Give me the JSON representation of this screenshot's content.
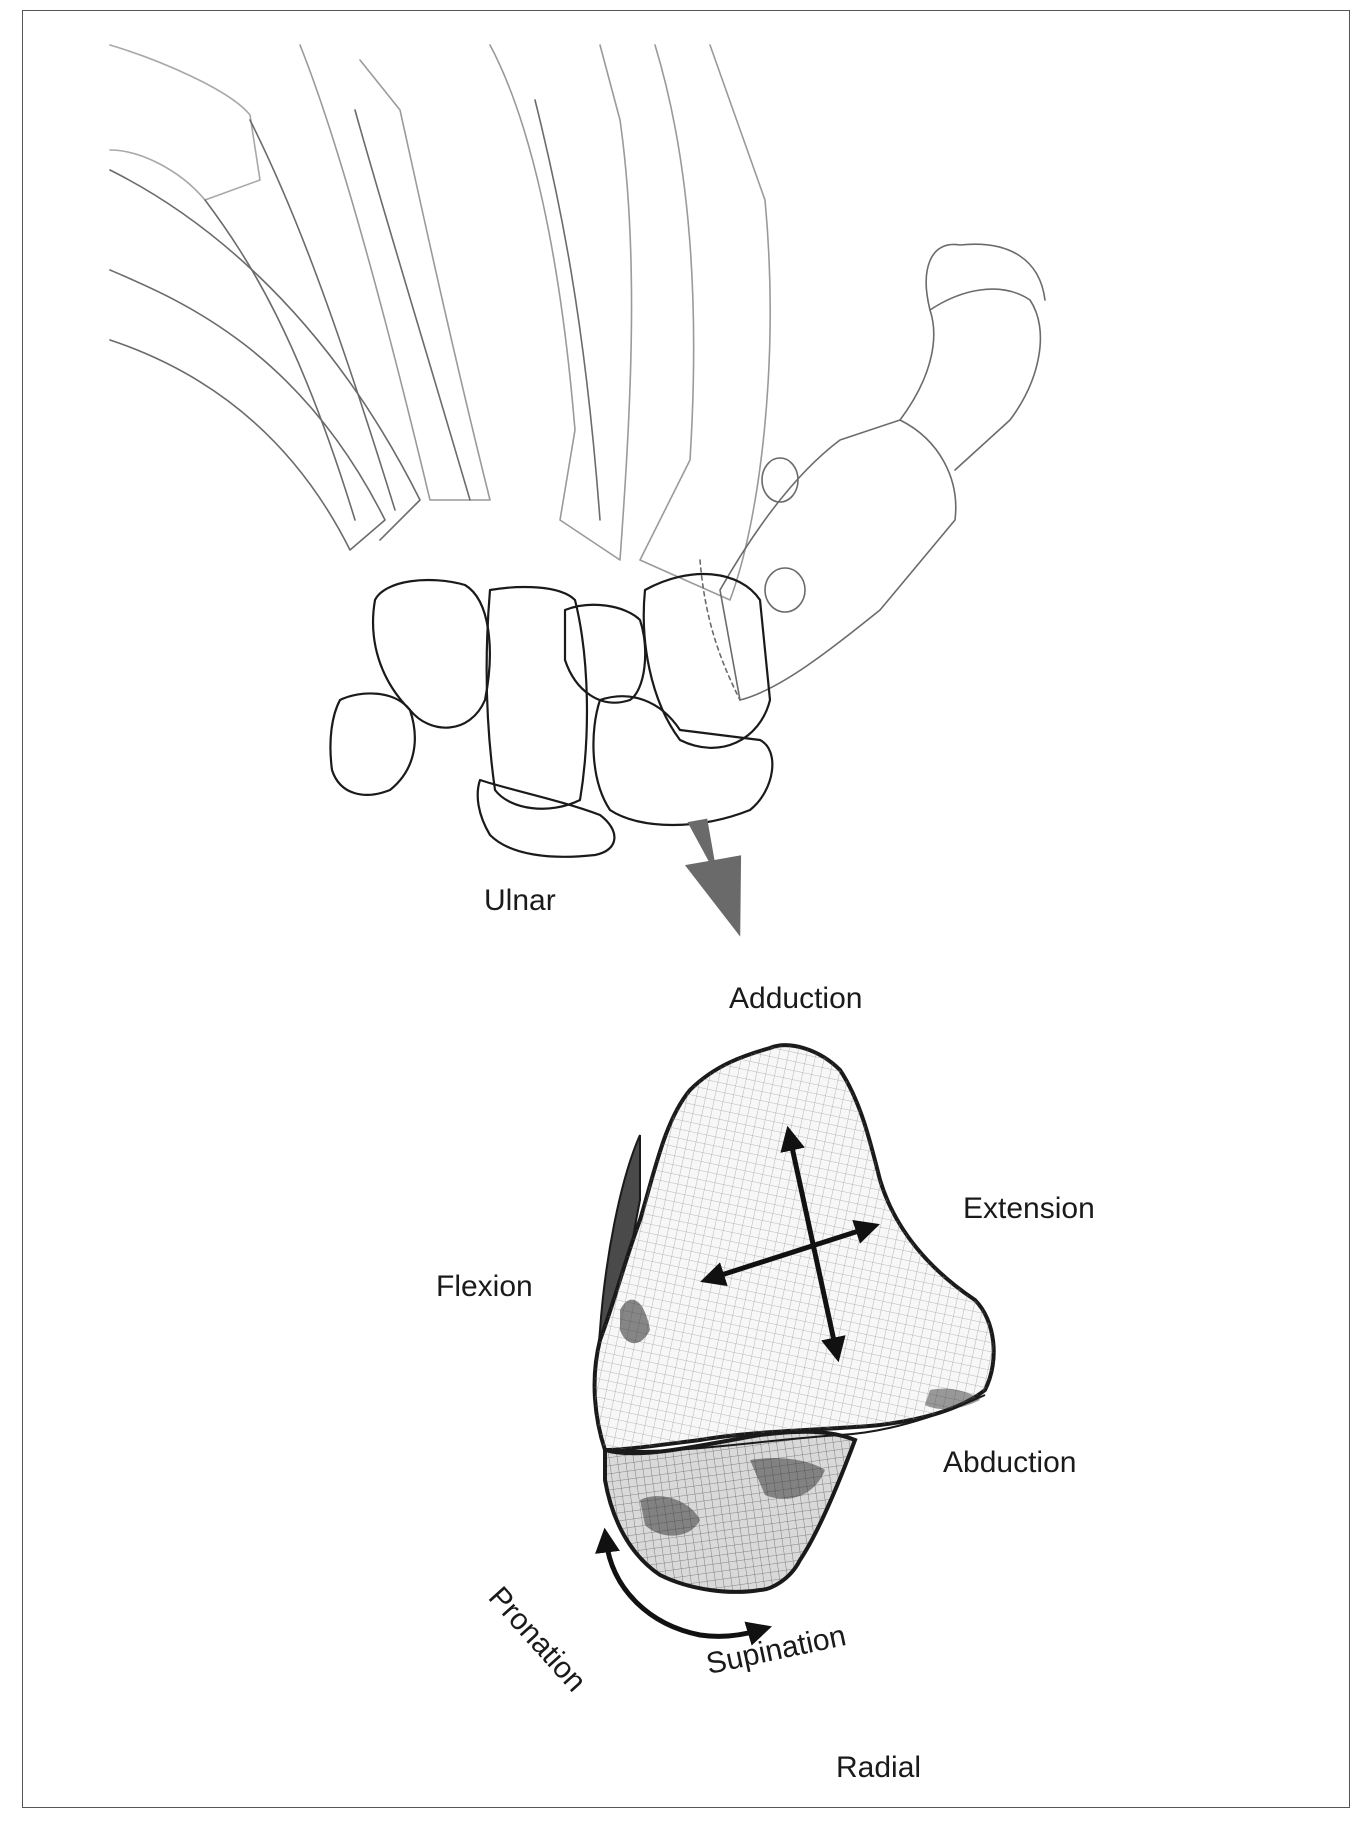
{
  "labels": {
    "ulnar": "Ulnar",
    "adduction": "Adduction",
    "extension": "Extension",
    "flexion": "Flexion",
    "abduction": "Abduction",
    "pronation": "Pronation",
    "supination": "Supination",
    "radial": "Radial"
  },
  "colors": {
    "bone_outline": "#6b6b6b",
    "bone_dark_outline": "#1a1a1a",
    "arrow_gray": "#6a6a6a",
    "mesh": "#8a8a8a",
    "shadow": "#3a3a3a"
  }
}
